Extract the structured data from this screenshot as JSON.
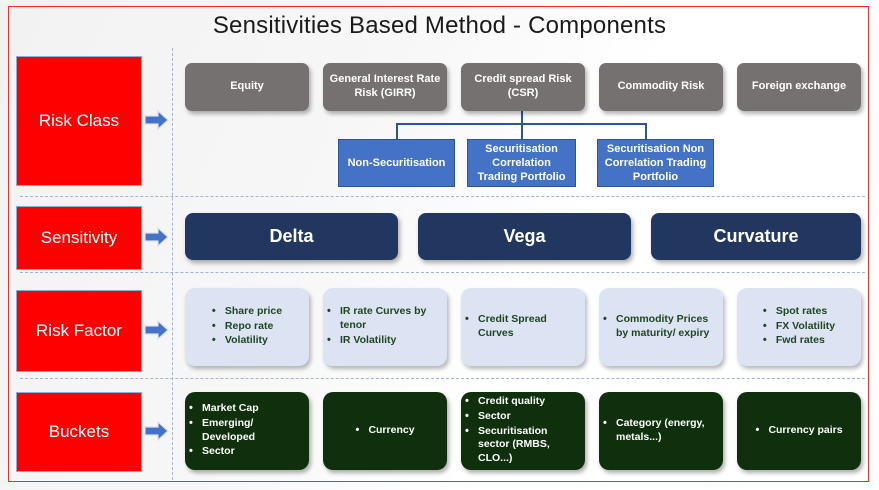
{
  "title": "Sensitivities Based Method - Components",
  "colors": {
    "frame_border": "#ff2a1f",
    "row_label_bg": "#fe0000",
    "risk_class_box": "#767171",
    "sub_risk_box": "#4472c4",
    "sensitivity_box": "#21375f",
    "risk_factor_box": "#dce3f3",
    "risk_factor_text": "#1e4620",
    "bucket_box": "#0f2f0d",
    "arrow": "#4472c4",
    "dashed_guide": "#9fb4d8"
  },
  "rows": [
    {
      "label": "Risk Class",
      "arrow_icon": "right-arrow-icon"
    },
    {
      "label": "Sensitivity",
      "arrow_icon": "right-arrow-icon"
    },
    {
      "label": "Risk Factor",
      "arrow_icon": "right-arrow-icon"
    },
    {
      "label": "Buckets",
      "arrow_icon": "right-arrow-icon"
    }
  ],
  "risk_classes": [
    {
      "label": "Equity"
    },
    {
      "label": "General Interest Rate Risk (GIRR)"
    },
    {
      "label": "Credit spread Risk (CSR)"
    },
    {
      "label": "Commodity Risk"
    },
    {
      "label": "Foreign exchange"
    }
  ],
  "csr_subtypes": [
    {
      "label": "Non-Securitisation"
    },
    {
      "label": "Securitisation Correlation Trading Portfolio"
    },
    {
      "label": "Securitisation Non Correlation Trading Portfolio"
    }
  ],
  "sensitivities": [
    {
      "label": "Delta"
    },
    {
      "label": "Vega"
    },
    {
      "label": "Curvature"
    }
  ],
  "risk_factors": [
    {
      "items": [
        "Share price",
        "Repo rate",
        "Volatility"
      ]
    },
    {
      "items": [
        "IR rate Curves by tenor",
        "IR Volatility"
      ]
    },
    {
      "items": [
        "Credit Spread Curves"
      ]
    },
    {
      "items": [
        "Commodity Prices by maturity/ expiry"
      ]
    },
    {
      "items": [
        "Spot rates",
        "FX Volatility",
        "Fwd rates"
      ]
    }
  ],
  "buckets": [
    {
      "items": [
        "Market Cap",
        "Emerging/ Developed",
        "Sector"
      ]
    },
    {
      "items": [
        "Currency"
      ]
    },
    {
      "items": [
        "Credit quality",
        "Sector",
        "Securitisation sector (RMBS, CLO...)"
      ]
    },
    {
      "items": [
        "Category (energy, metals...)"
      ]
    },
    {
      "items": [
        "Currency pairs"
      ]
    }
  ]
}
